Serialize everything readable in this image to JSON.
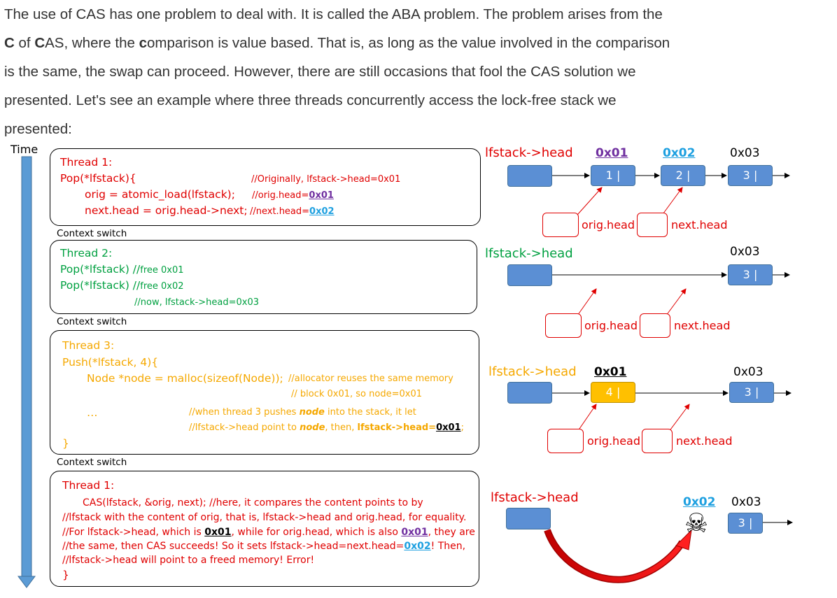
{
  "intro": {
    "line1": "The use of CAS has one problem to deal with. It is called the ABA problem. The problem arises from the",
    "line2_b1": "C",
    "line2_t1": " of ",
    "line2_b2": "C",
    "line2_t2": "AS, where the ",
    "line2_b3": "c",
    "line2_t3": "omparison is value based. That is, as long as the value involved in the comparison",
    "line3": "is the same, the swap can proceed. However, there are still occasions that fool the CAS solution we",
    "line4": "presented. Let's see an example where three threads concurrently access the lock-free stack we",
    "line5": "presented:"
  },
  "diagram": {
    "time_label": "Time",
    "context_switch": "Context switch",
    "thread1a": {
      "title": "Thread 1:",
      "l1": "Pop(*lfstack){",
      "l1c": "//Originally, lfstack->head=0x01",
      "l2": "orig = atomic_load(lfstack);",
      "l2c": "//orig.head=",
      "l2v": "0x01",
      "l3": "next.head = orig.head->next;",
      "l3c": "//next.head=",
      "l3v": "0x02"
    },
    "thread2": {
      "title": "Thread 2:",
      "l1": "Pop(*lfstack) //",
      "l1c": "free 0x01",
      "l2": "Pop(*lfstack) //",
      "l2c": "free 0x02",
      "l3": "//now, lfstack->head=0x03"
    },
    "thread3": {
      "title": "Thread 3:",
      "l1": "Push(*lfstack, 4){",
      "l2": "Node *node = malloc(sizeof(Node));",
      "l2c": "//allocator reuses the same memory",
      "l3": "// block 0x01, so node=0x01",
      "l4": "…",
      "l4c_a": "//when thread 3 pushes ",
      "l4c_b": "node",
      "l4c_c": " into the stack, it let",
      "l5_a": "//lfstack->head point  to ",
      "l5_b": "node",
      "l5_c": ", then, ",
      "l5_d": "lfstack->head=",
      "l5_e": "0x01",
      "l5_f": ";",
      "l6": "}"
    },
    "thread1b": {
      "title": "Thread 1:",
      "l1": "CAS(lfstack, &orig, next); //here, it compares the content points to by",
      "l2": "//lfstack with the content of orig, that is, lfstack->head and orig.head, for equality.",
      "l3a": "//For lfstack->head, which is ",
      "l3b": "0x01",
      "l3c": ", while for orig.head, which is also ",
      "l3d": "0x01",
      "l3e": ", they are",
      "l4a": "//the same, then CAS succeeds! So it sets lfstack->head=next.head=",
      "l4b": "0x02",
      "l4c": "! Then,",
      "l5": "//lfstack->head will point to a freed memory! Error!",
      "l6": "}"
    },
    "right": {
      "head_label": "lfstack->head",
      "orig_head": "orig.head",
      "next_head": "next.head",
      "a01": "0x01",
      "a02": "0x02",
      "a03": "0x03",
      "n1": "1 |",
      "n2": "2 |",
      "n3": "3 |",
      "n4": "4 |",
      "skull": "☠"
    },
    "colors": {
      "red": "#e00000",
      "green": "#00a040",
      "orange": "#f5a800",
      "purple": "#7030a0",
      "blue": "#1ea0e0",
      "node_fill": "#5b8fd4",
      "node_yellow": "#ffc000",
      "arrow_blue": "#5b9bd5"
    }
  }
}
